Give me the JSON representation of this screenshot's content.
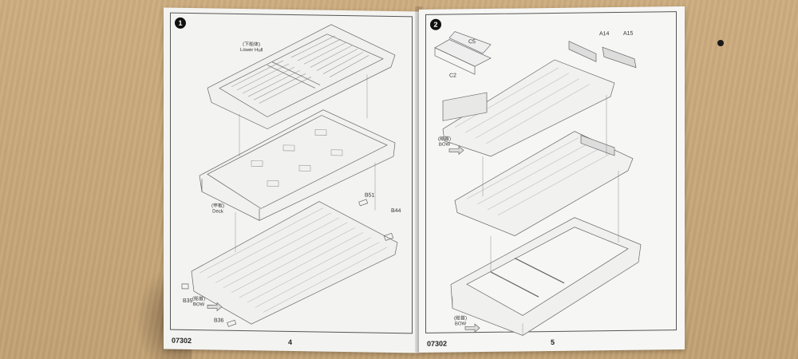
{
  "scene": {
    "colors": {
      "table": "#caa878",
      "paper": "#f3f3f1",
      "ink": "#555555"
    }
  },
  "left_page": {
    "step": "1",
    "code": "07302",
    "page_number": "4",
    "labels": {
      "lower_hull_cn": "(下船体)",
      "lower_hull": "Lower Hull",
      "deck_cn": "(甲板)",
      "deck": "Deck",
      "bow_cn": "(船首)",
      "bow": "BOW"
    },
    "parts": [
      "B51",
      "B44",
      "B35",
      "B36"
    ]
  },
  "right_page": {
    "step": "2",
    "code": "07302",
    "page_number": "5",
    "labels": {
      "bow1_cn": "(船首)",
      "bow1": "BOW",
      "bow2_cn": "(船首)",
      "bow2": "BOW"
    },
    "parts": [
      "C5",
      "C2",
      "A14",
      "A15"
    ]
  }
}
